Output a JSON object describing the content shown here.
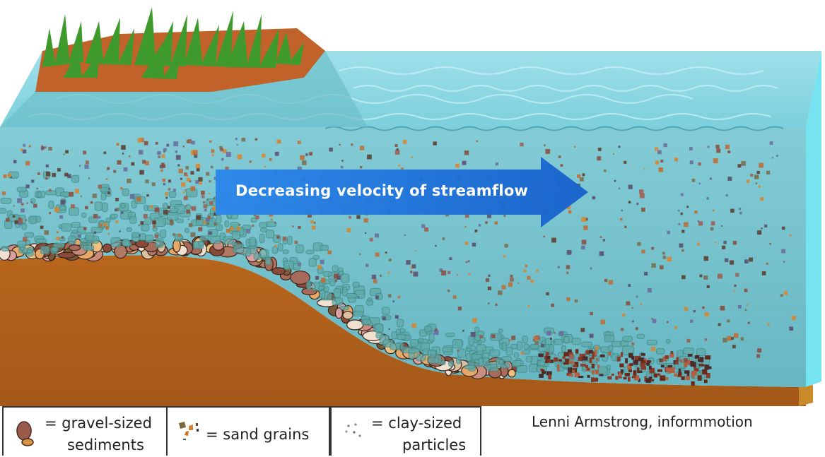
{
  "arrow": {
    "label": "Decreasing velocity of streamflow",
    "color": "#1d6fd8"
  },
  "legend": {
    "gravel": {
      "line1": "= gravel-sized",
      "line2": "sediments",
      "icon": "gravel-pebble-icon"
    },
    "sand": {
      "label": "= sand grains",
      "icon": "sand-grains-icon"
    },
    "clay": {
      "line1": "= clay-sized",
      "line2": "particles",
      "icon": "clay-dots-icon"
    }
  },
  "credit": "Lenni Armstrong, informmotion",
  "colors": {
    "water": "#7fd0dd",
    "soil": "#b5651d",
    "grass": "#3e9a2c",
    "arrow": "#1d6fd8"
  }
}
